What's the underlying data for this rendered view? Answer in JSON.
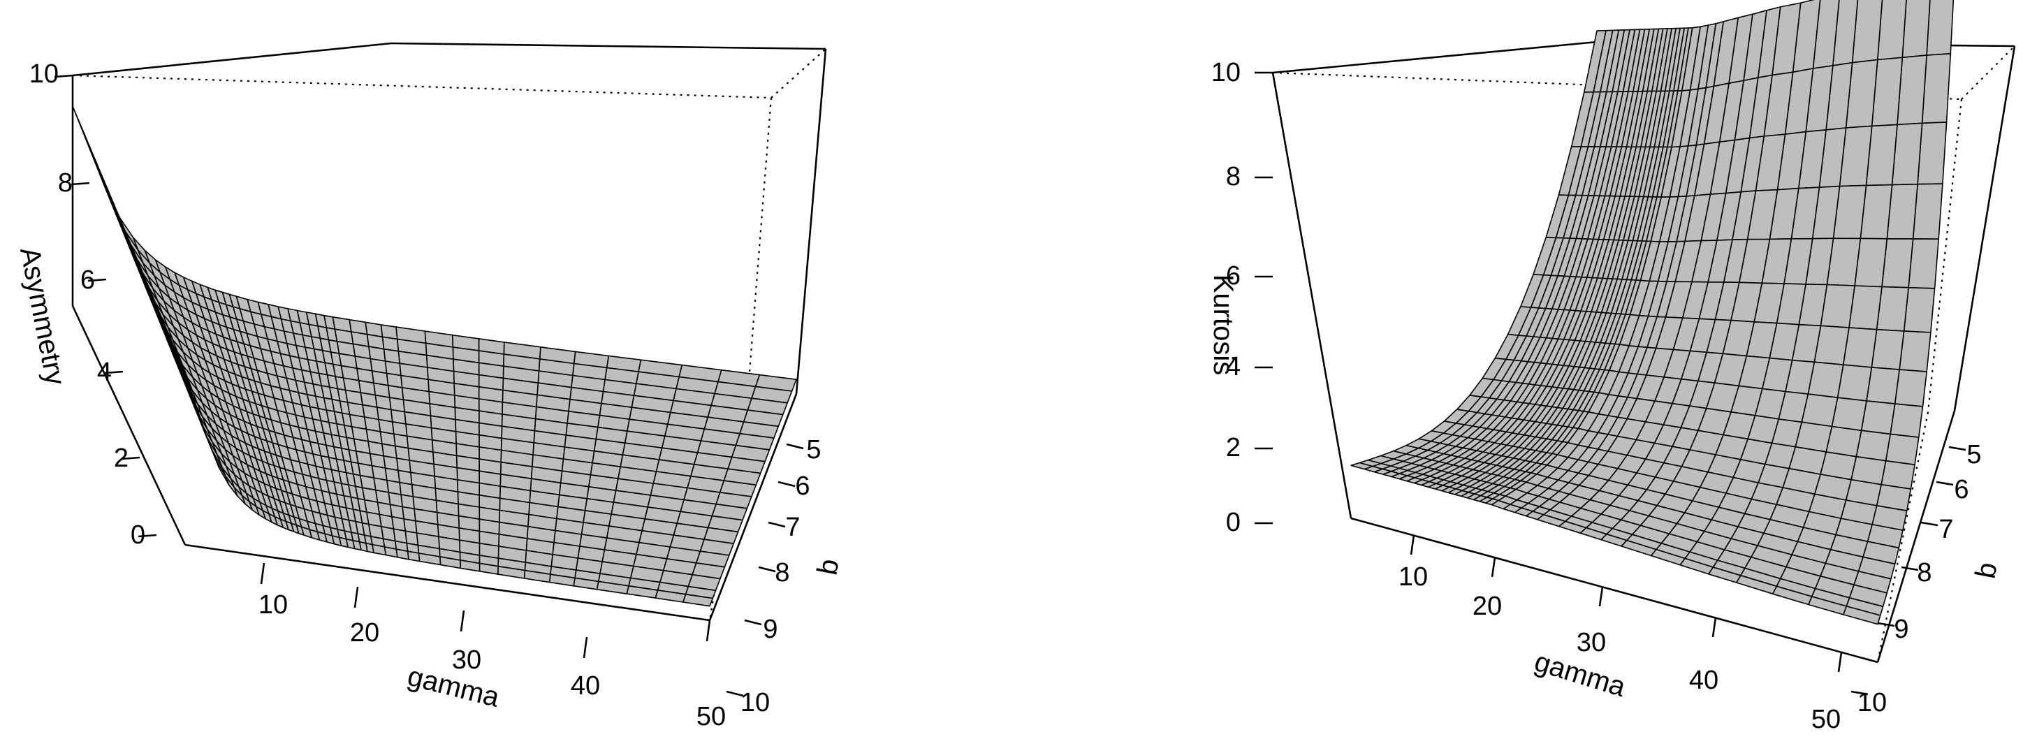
{
  "chart_data": [
    {
      "type": "surface",
      "xlabel": "gamma",
      "ylabel": "q",
      "zlabel": "Asymmetry",
      "xlim": [
        0.5,
        50
      ],
      "ylim": [
        4.2,
        10
      ],
      "zlim": [
        -0.5,
        10
      ],
      "x_ticks": [
        "10",
        "20",
        "30",
        "40",
        "50"
      ],
      "y_ticks": [
        "5",
        "6",
        "7",
        "8",
        "9",
        "10"
      ],
      "z_ticks": [
        "0",
        "2",
        "4",
        "6",
        "8",
        "10"
      ],
      "grid_x": [
        0.5,
        0.8,
        1.1,
        1.4,
        1.7,
        2.0,
        2.3,
        2.6,
        2.9,
        3.2,
        3.5,
        3.8,
        4.1,
        4.4,
        4.7,
        5.0,
        5.5,
        6.0,
        6.5,
        7.0,
        7.5,
        8.0,
        8.5,
        9.0,
        9.5,
        10.0,
        11.0,
        12.0,
        13.0,
        14.0,
        16.0,
        18.0,
        20.0,
        22.0,
        25.0,
        28.0,
        31.0,
        34.0,
        38.0,
        42.0,
        46.0,
        50.0
      ],
      "grid_y": [
        4.2,
        4.5,
        4.8,
        5.1,
        5.4,
        5.7,
        6.0,
        6.3,
        6.6,
        6.9,
        7.2,
        7.5,
        7.8,
        8.1,
        8.4,
        8.7,
        9.0,
        9.3,
        9.6,
        9.8,
        10.0
      ],
      "z_at_q_low": [
        8.6,
        5.25,
        3.76,
        2.93,
        2.4,
        2.03,
        1.76,
        1.55,
        1.39,
        1.26,
        1.15,
        1.06,
        0.98,
        0.92,
        0.86,
        0.81,
        0.73,
        0.67,
        0.62,
        0.57,
        0.53,
        0.5,
        0.47,
        0.45,
        0.42,
        0.4,
        0.37,
        0.34,
        0.31,
        0.29,
        0.26,
        0.23,
        0.21,
        0.19,
        0.17,
        0.15,
        0.14,
        0.13,
        0.12,
        0.11,
        0.1,
        0.09
      ],
      "z_q_factor_at_q_high": 0.85,
      "grid": false,
      "legend": "none"
    },
    {
      "type": "surface",
      "xlabel": "gamma",
      "ylabel": "q",
      "zlabel": "Kurtosis",
      "xlim": [
        0.5,
        50
      ],
      "ylim": [
        4.2,
        10
      ],
      "zlim": [
        -0.3,
        10
      ],
      "x_ticks": [
        "10",
        "20",
        "30",
        "40",
        "50"
      ],
      "y_ticks": [
        "5",
        "6",
        "7",
        "8",
        "9",
        "10"
      ],
      "z_ticks": [
        "0",
        "2",
        "4",
        "6",
        "8",
        "10"
      ],
      "grid_x": [
        0.5,
        1.0,
        1.5,
        2.0,
        2.5,
        3.0,
        3.5,
        4.0,
        4.5,
        5.0,
        5.5,
        6.0,
        6.5,
        7.0,
        7.5,
        8.0,
        8.5,
        9.0,
        9.5,
        10.0,
        11.0,
        12.0,
        13.0,
        14.0,
        16.0,
        18.0,
        20.0,
        22.0,
        25.0,
        28.0,
        31.0,
        34.0,
        38.0,
        42.0,
        46.0,
        50.0
      ],
      "grid_y": [
        4.2,
        4.5,
        4.8,
        5.1,
        5.4,
        5.7,
        6.0,
        6.3,
        6.6,
        6.9,
        7.2,
        7.5,
        7.8,
        8.1,
        8.4,
        8.7,
        9.0,
        9.3,
        9.6,
        9.8,
        10.0
      ],
      "z_at_q_high": [
        1.0,
        1.0,
        1.0,
        1.0,
        1.0,
        1.0,
        1.0,
        1.0,
        1.0,
        1.0,
        1.0,
        1.0,
        1.0,
        1.0,
        1.0,
        1.0,
        1.0,
        1.0,
        1.0,
        1.0,
        0.98,
        0.97,
        0.96,
        0.95,
        0.93,
        0.91,
        0.89,
        0.87,
        0.84,
        0.81,
        0.78,
        0.76,
        0.73,
        0.71,
        0.7,
        0.7
      ],
      "z_at_q_low": [
        9.0,
        9.0,
        9.0,
        9.0,
        9.0,
        9.0,
        9.0,
        9.0,
        9.0,
        9.0,
        9.0,
        9.0,
        9.0,
        9.0,
        9.0,
        9.0,
        9.0,
        9.0,
        9.0,
        9.0,
        9.02,
        9.05,
        9.08,
        9.12,
        9.2,
        9.27,
        9.35,
        9.42,
        9.5,
        9.6,
        9.68,
        9.76,
        9.84,
        9.9,
        9.96,
        10.0
      ],
      "grid": false,
      "legend": "none"
    }
  ]
}
